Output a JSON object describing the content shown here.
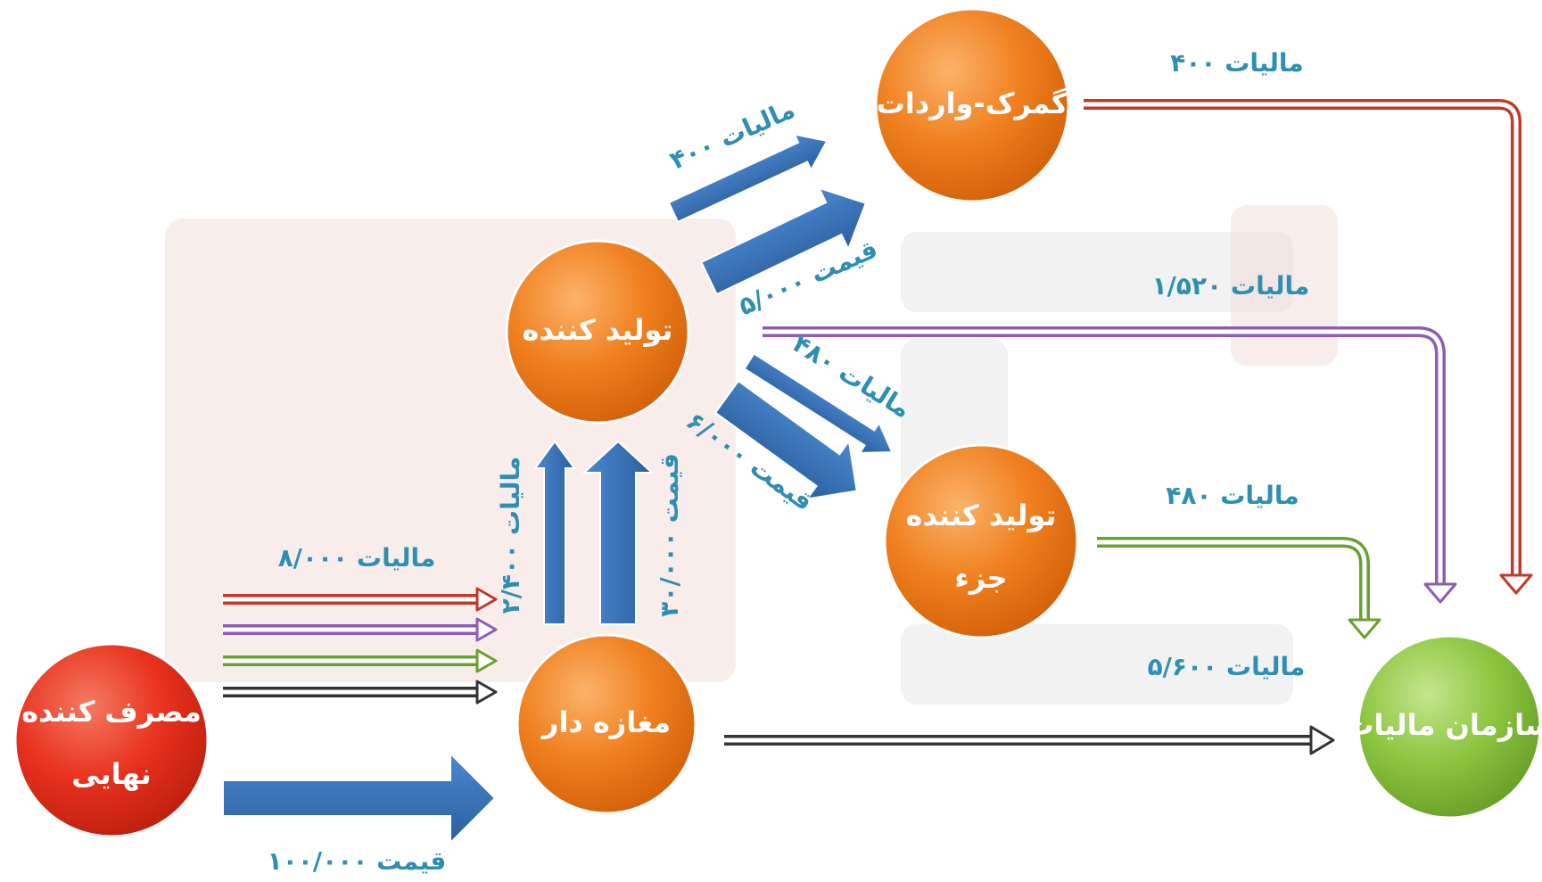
{
  "colors": {
    "node_orange": "#f07f1e",
    "node_red": "#e8321e",
    "node_green": "#8cc63f",
    "arrow_blue": "#2f6db4",
    "label_teal": "#2e8fb3",
    "line_red": "#c0392b",
    "line_purple": "#8e5bb5",
    "line_green": "#6aa030",
    "line_black": "#333333"
  },
  "nodes": {
    "customs": "گمرک-واردات",
    "producer": "تولید کننده",
    "part_producer_line1": "تولید کننده",
    "part_producer_line2": "جزء",
    "shopkeeper": "مغازه دار",
    "consumer_line1": "مصرف کننده",
    "consumer_line2": "نهایی",
    "tax_office": "سازمان مالیات"
  },
  "labels": {
    "customs_tax_out": "مالیات ۴۰۰",
    "producer_to_customs_tax": "مالیات ۴۰۰",
    "producer_to_customs_price": "قیمت ۵/۰۰۰",
    "producer_tax_out": "مالیات ۱/۵۲۰",
    "producer_to_part_tax": "مالیات ۴۸۰",
    "producer_to_part_price": "قیمت ۶/۰۰۰",
    "part_tax_out": "مالیات ۴۸۰",
    "shop_tax_out": "مالیات ۵/۶۰۰",
    "shop_to_producer_tax": "مالیات ۲/۴۰۰",
    "shop_to_producer_price": "قیمت ۳۰/۰۰۰",
    "consumer_tax": "مالیات ۸/۰۰۰",
    "consumer_price": "قیمت ۱۰۰/۰۰۰"
  }
}
